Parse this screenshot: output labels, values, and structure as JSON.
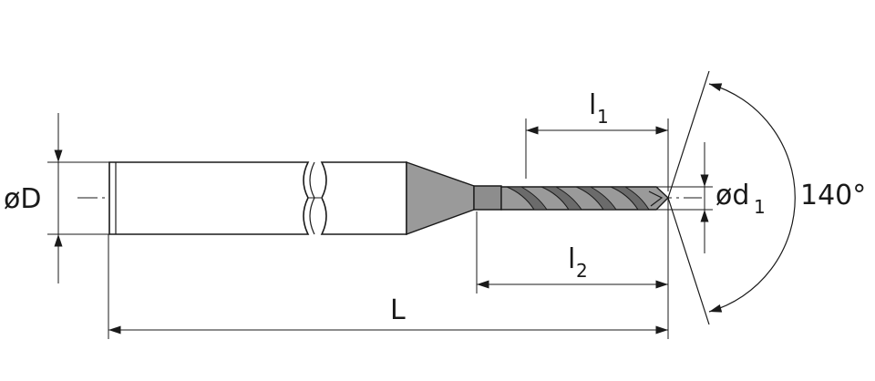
{
  "labels": {
    "shank_diameter": "øD",
    "total_length": "L",
    "flute_length_l1": "l",
    "flute_length_l1_sub": "1",
    "length_l2": "l",
    "length_l2_sub": "2",
    "drill_diameter": "ød",
    "drill_diameter_sub": "1",
    "point_angle": "140°"
  },
  "colors": {
    "line": "#1a1a1a",
    "body_fill": "#ffffff",
    "tool_gray": "#9a9a9a",
    "tool_dark": "#6b6b6b"
  }
}
